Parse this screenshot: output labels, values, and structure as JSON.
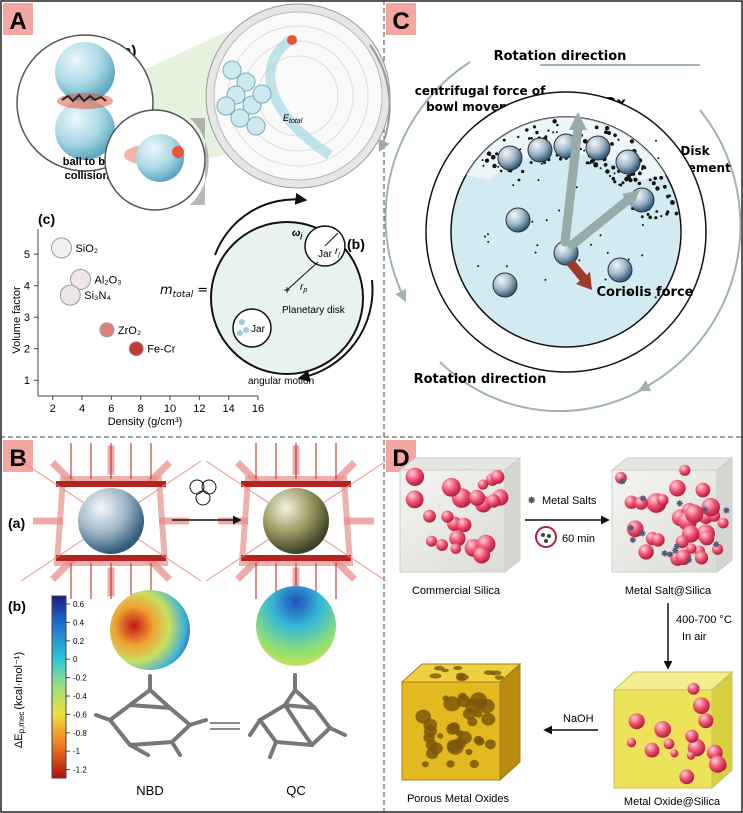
{
  "panels": {
    "A": {
      "letter": "A",
      "sub_a": "(a)",
      "sub_b": "(b)",
      "sub_c": "(c)",
      "ball_caption_1": "ball to ball",
      "ball_caption_2": "collisions",
      "e_total": "E",
      "e_total_sub": "total",
      "m_total": "m",
      "m_total_sub": "total",
      "equals": "=",
      "omega": "ω",
      "omega_sub": "j",
      "r_j": "r",
      "r_j_sub": "j",
      "r_p": "r",
      "r_p_sub": "p",
      "jar_label": "Jar",
      "jar_label_2": "Jar",
      "planetary_disk": "Planetary disk",
      "angular_motion": "angular motion",
      "colors": {
        "ball": "#b8e0ec",
        "disk": "#e8f3f0",
        "accent": "#e8553a"
      }
    },
    "B": {
      "letter": "B",
      "sub_a": "(a)",
      "sub_b": "(b)",
      "colorbar_label": "ΔE",
      "colorbar_sub": "p,mec",
      "colorbar_unit": "(kcal·mol⁻¹)",
      "colorbar_ticks": [
        "0.6",
        "0.4",
        "0.2",
        "0",
        "-0.2",
        "-0.4",
        "-0.6",
        "-0.8",
        "-1",
        "-1.2"
      ],
      "molecule_left": "NBD",
      "molecule_right": "QC",
      "colors": {
        "arrow": "#e8908a",
        "bar": "#b42222"
      }
    },
    "C": {
      "letter": "C",
      "rotation_top": "Rotation direction",
      "rotation_bottom": "Rotation direction",
      "centrifugal_1": "centrifugal force of",
      "centrifugal_2": "bowl movement",
      "mnox": "MnOx",
      "disk_1": "Disk",
      "disk_2": "movement",
      "coriolis": "Coriolis force",
      "colors": {
        "bowl": "#d2ebf2",
        "force": "#9e3a2a"
      }
    },
    "D": {
      "letter": "D",
      "metal_salts": "Metal Salts",
      "time": "60 min",
      "commercial_silica": "Commercial Silica",
      "metal_salt_silica": "Metal Salt@Silica",
      "temperature": "400-700 °C",
      "in_air": "In air",
      "naoh": "NaOH",
      "porous_oxides": "Porous Metal Oxides",
      "metal_oxide_silica": "Metal Oxide@Silica",
      "colors": {
        "sphere": "#f0506e",
        "gold": "#e4b820",
        "oxide": "#ece35a"
      }
    }
  },
  "chart_data": {
    "type": "scatter",
    "xlabel": "Density (g/cm³)",
    "ylabel": "Volume factor",
    "xticks": [
      "2",
      "4",
      "6",
      "8",
      "10",
      "12",
      "14",
      "16"
    ],
    "yticks": [
      "1",
      "2",
      "3",
      "4",
      "5"
    ],
    "xlim": [
      1,
      16
    ],
    "ylim": [
      0.5,
      5.8
    ],
    "points": [
      {
        "label": "SiO₂",
        "x": 2.6,
        "y": 5.2
      },
      {
        "label": "Al₂O₃",
        "x": 3.9,
        "y": 4.2
      },
      {
        "label": "Si₃N₄",
        "x": 3.2,
        "y": 3.7
      },
      {
        "label": "ZrO₂",
        "x": 5.7,
        "y": 2.6
      },
      {
        "label": "Fe-Cr",
        "x": 7.7,
        "y": 2.0
      }
    ],
    "point_colors": [
      "#f0f0f4",
      "#efe6e6",
      "#ece6e6",
      "#d9837a",
      "#c23a33"
    ]
  }
}
